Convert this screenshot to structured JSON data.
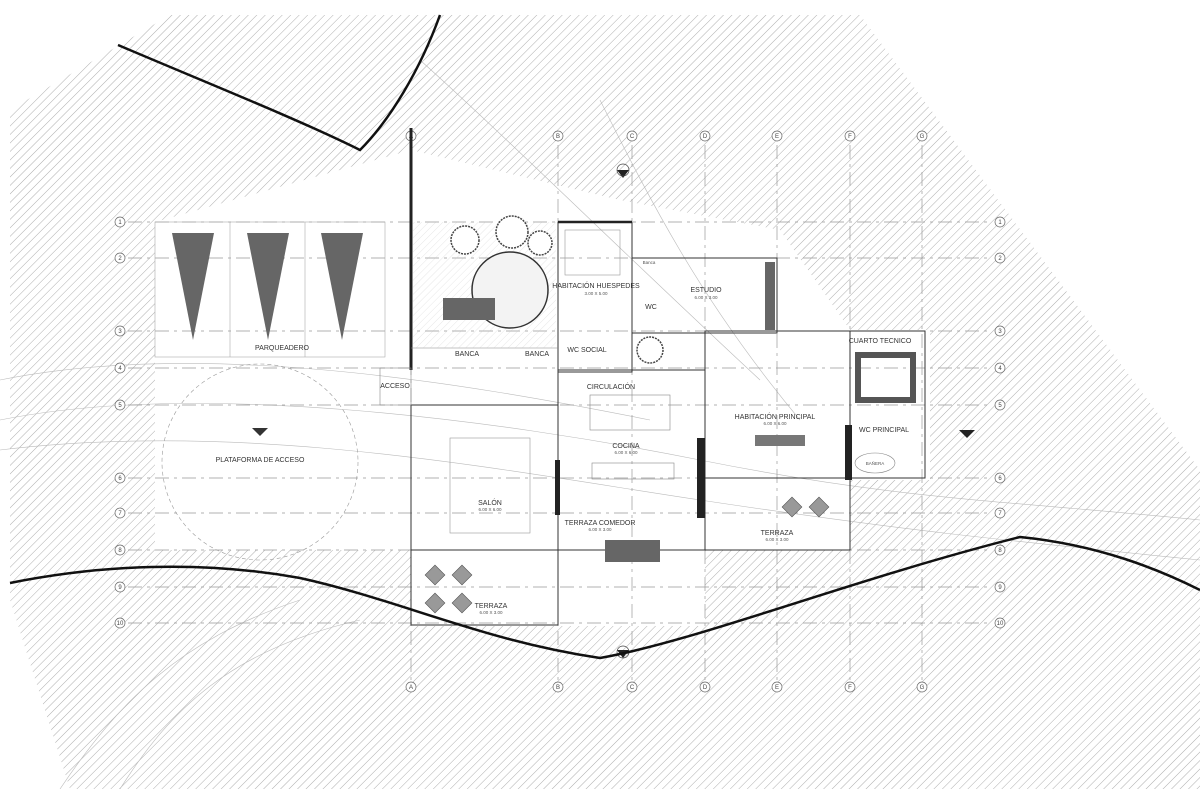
{
  "title": "Planta arquitectónica",
  "grid": {
    "columns": [
      "A",
      "B",
      "C",
      "D",
      "E",
      "F",
      "G"
    ],
    "rows": [
      "1",
      "2",
      "3",
      "4",
      "5",
      "6",
      "7",
      "8",
      "9",
      "10"
    ]
  },
  "rooms": {
    "parqueadero": "PARQUEADERO",
    "plataforma": "PLATAFORMA DE ACCESO",
    "acceso": "ACCESO",
    "banca1": "BANCA",
    "banca2": "BANCA",
    "habitacion_huespedes": "HABITACIÓN HUESPEDES",
    "habitacion_huespedes_dim": "3.00 X 5.00",
    "wc_social": "WC SOCIAL",
    "wc": "WC",
    "estudio": "ESTUDIO",
    "estudio_dim": "6.00 X 3.00",
    "circulacion": "CIRCULACIÓN",
    "cocina": "COCINA",
    "cocina_dim": "6.00 X 6.00",
    "salon": "SALÓN",
    "salon_dim": "6.00 X 6.00",
    "terraza_comedor": "TERRAZA COMEDOR",
    "terraza_comedor_dim": "6.00 X 3.00",
    "terraza1": "TERRAZA",
    "terraza1_dim": "6.00 X 3.00",
    "terraza2": "TERRAZA",
    "terraza2_dim": "6.00 X 3.00",
    "habitacion_principal": "HABITACIÓN PRINCIPAL",
    "habitacion_principal_dim": "6.00 X 6.00",
    "wc_principal": "WC PRINCIPAL",
    "cuarto_tecnico": "CUARTO TECNICO",
    "banca3": "Banca",
    "tina": "BAÑERA"
  }
}
